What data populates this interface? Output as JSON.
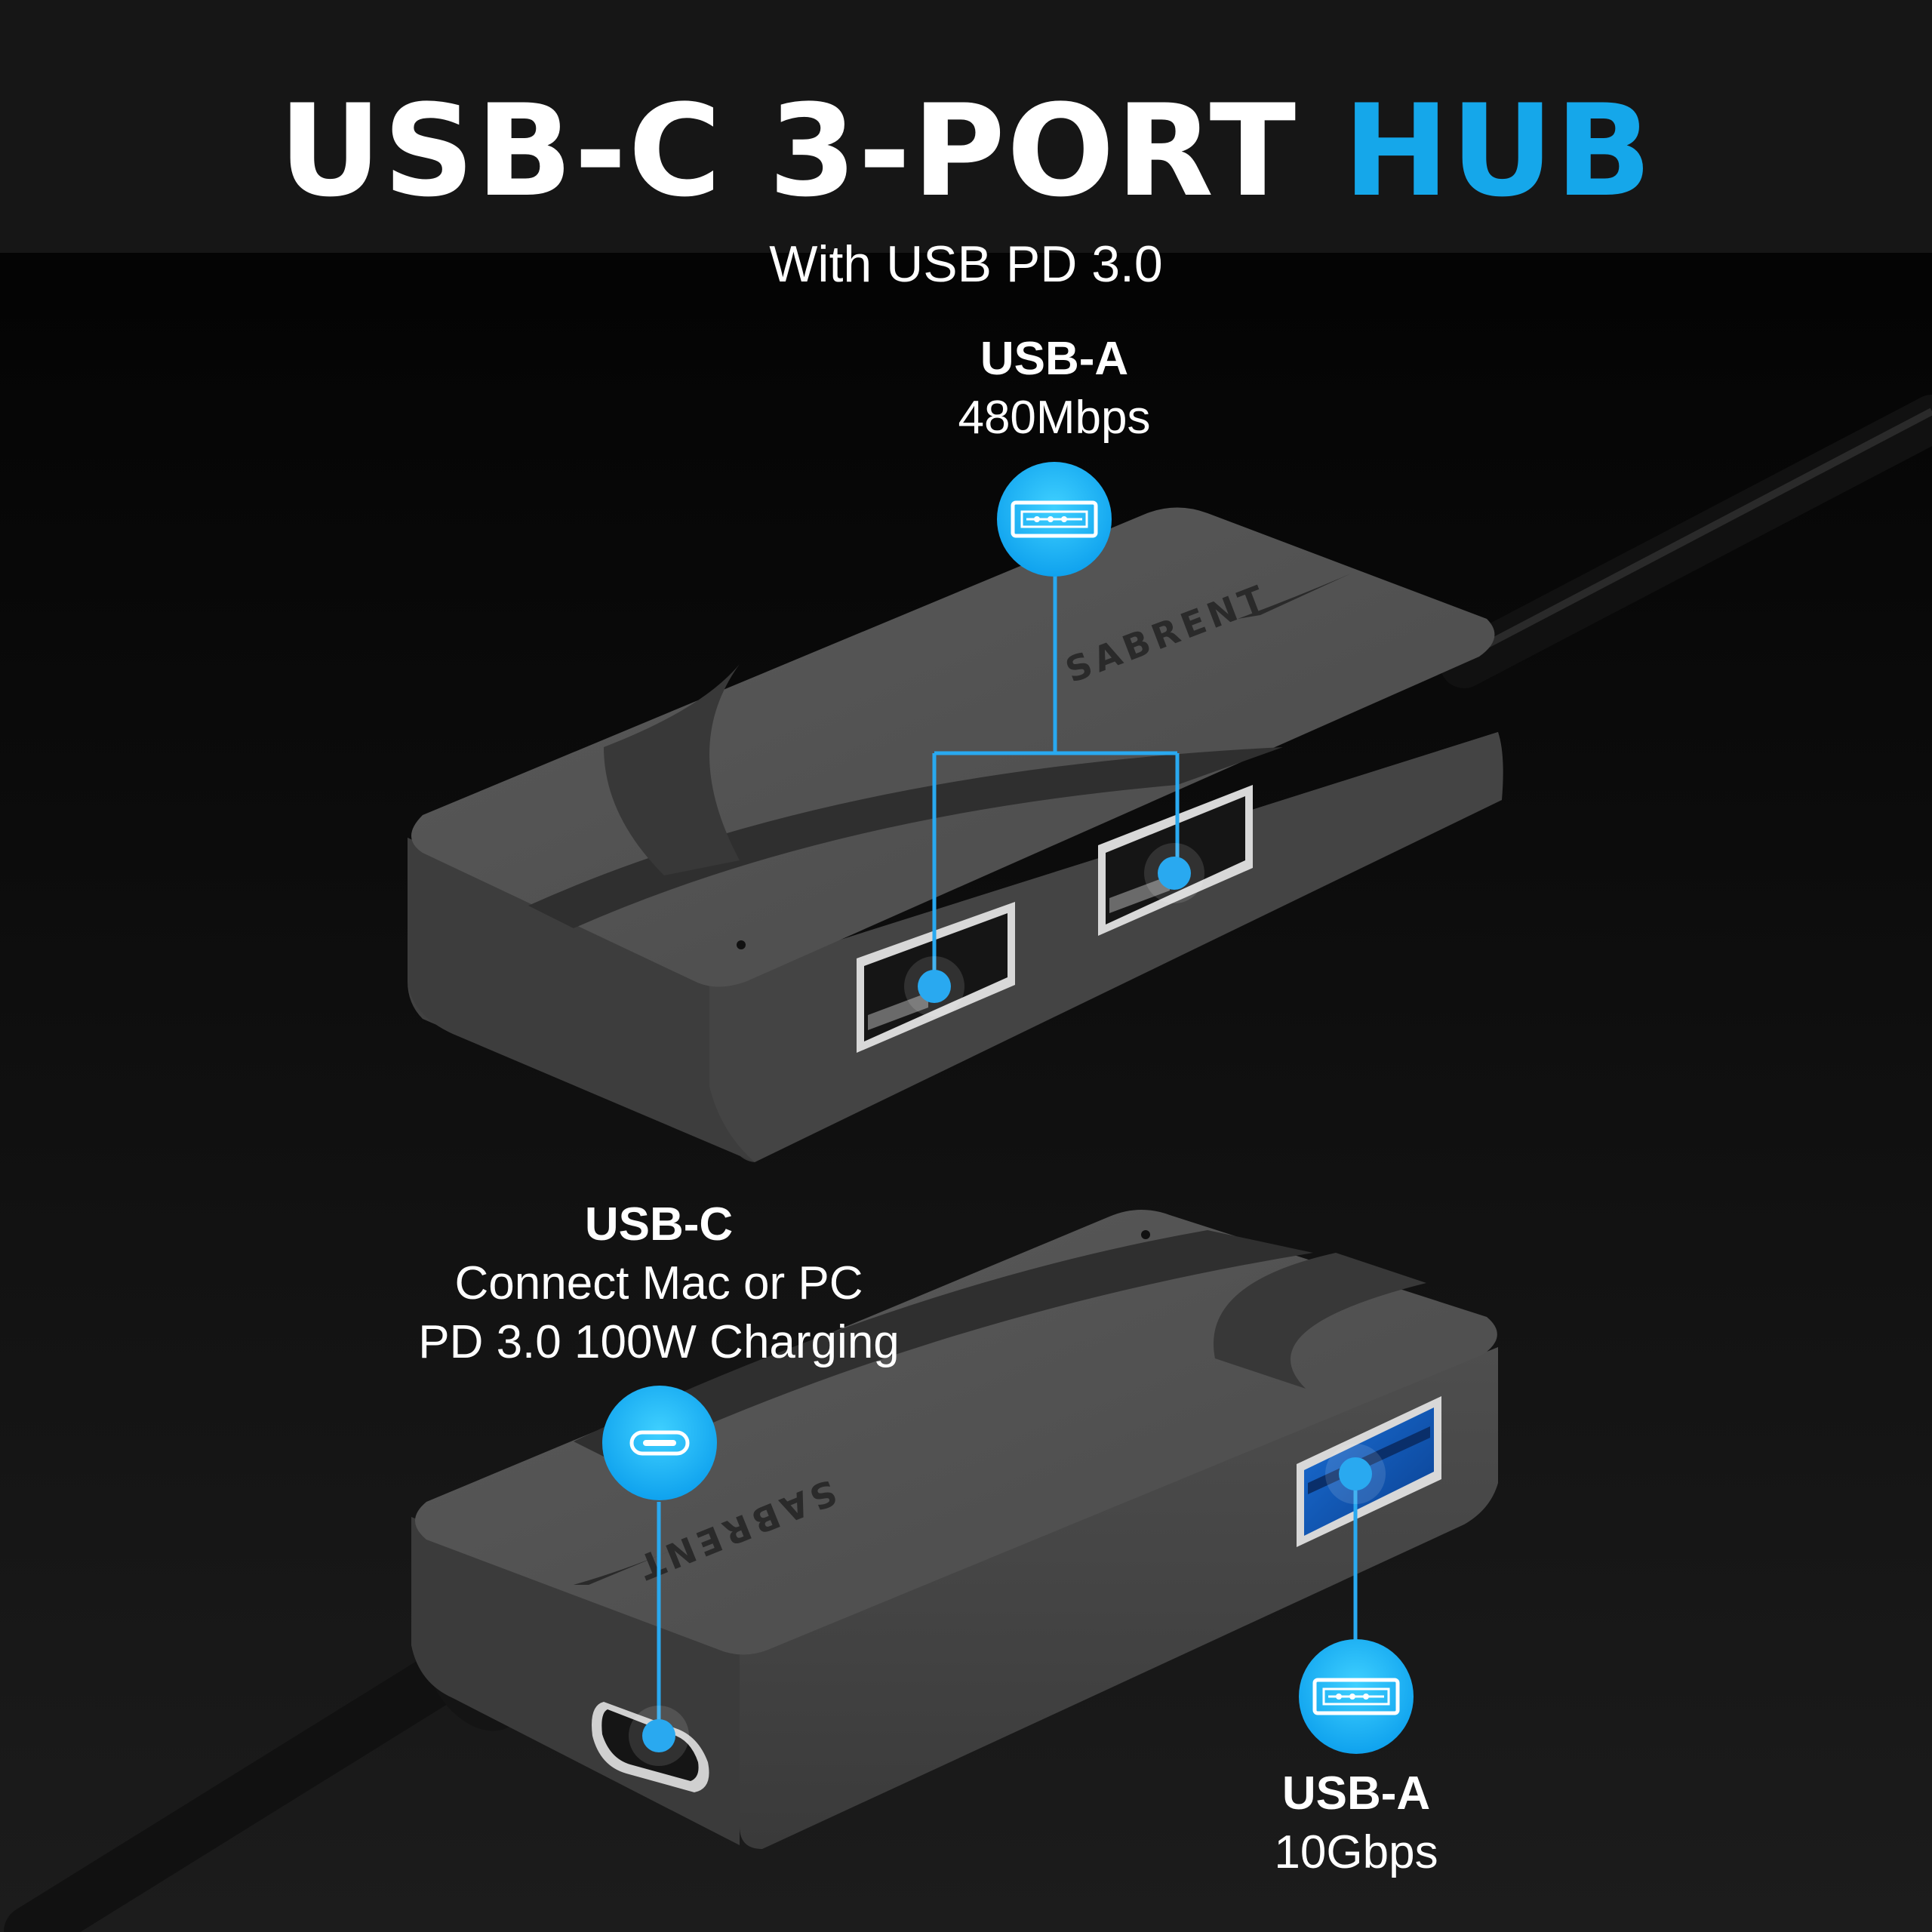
{
  "title": {
    "main": "USB-C 3-PORT ",
    "highlight": "HUB",
    "subtitle": "With USB PD 3.0"
  },
  "brand": {
    "logo_text": "SABRENT"
  },
  "callouts": {
    "top_usb_a": {
      "port": "USB-A",
      "spec": "480Mbps",
      "icon": "usb-a-icon"
    },
    "usb_c": {
      "port": "USB-C",
      "spec_line1": "Connect Mac or PC",
      "spec_line2": "PD 3.0 100W Charging",
      "icon": "usb-c-icon"
    },
    "bottom_usb_a": {
      "port": "USB-A",
      "spec": "10Gbps",
      "icon": "usb-a-icon"
    }
  },
  "colors": {
    "accent": "#15a7ea",
    "marker": "#29a9f0",
    "background": "#0b0b0b",
    "device_body": "#4f4f4f"
  }
}
